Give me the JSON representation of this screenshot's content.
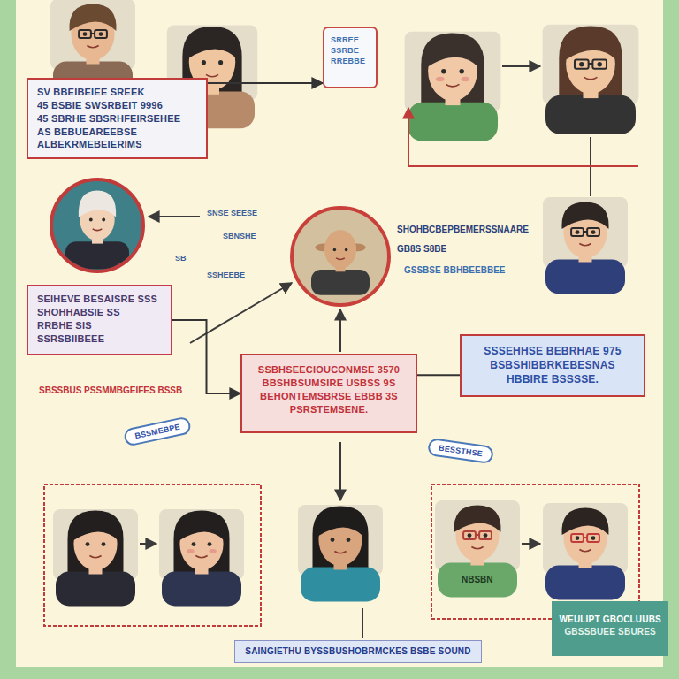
{
  "diagram": {
    "nodes": [
      {
        "text": [
          "SV BBEIBEIEE SREEK",
          "45 BSBIE SWSRBEIT 9996",
          "45 SBRHE SBSRHFEIRSEHEE",
          "AS BEBUEAREEBSE",
          "ALBEKRMEBEIERIMS"
        ]
      },
      {
        "text": [
          "SRREE",
          "SSRBE",
          "RREBBE"
        ]
      },
      {
        "text": [
          "SEIHEVE BESAISRE SSS",
          "SHOHHABSIE SS",
          "RRBHE SIS",
          "SSRSBIIBEEE"
        ]
      },
      {
        "text": [
          "SSBHSEECIOUCONMSE 3570",
          "BBSHBSUMSIRE USBSS 9S",
          "BEHONTEMSBRSE EBBB 3S",
          "PSRSTEMSENE."
        ]
      },
      {
        "text": [
          "SSSEHHSE BEBRHAE 975",
          "BSBSHIBBRKEBESNAS",
          "HBBIRE BSSSSE."
        ]
      },
      {
        "text": [
          "BSSMEBPE"
        ]
      },
      {
        "text": [
          "BESSTHSE"
        ]
      },
      {
        "text": [
          "SAINGIETHU BYSSBUSHOBRMCKES BSBE SOUND"
        ]
      },
      {
        "text": [
          "WEULIPT GBOCLUUBS",
          "GBSSBUEE SBURES"
        ]
      }
    ],
    "edges": [
      {
        "from": 0,
        "to": 1,
        "arrow": "to"
      },
      {
        "from": 2,
        "to": 3,
        "arrow": "to"
      },
      {
        "from": 3,
        "to": 4,
        "arrow": "none"
      }
    ],
    "labels": [
      "SNSE SEESE",
      "SBNSHE",
      "SB",
      "SSHEEBE",
      "SHOHBCBEPBEMERSSNAARE",
      "GB8S S8BE",
      "GSSBSE BBHBEEBBEE",
      "SBSSBUS PSSMMBGEIFES BSSB",
      "NBSBN"
    ]
  }
}
